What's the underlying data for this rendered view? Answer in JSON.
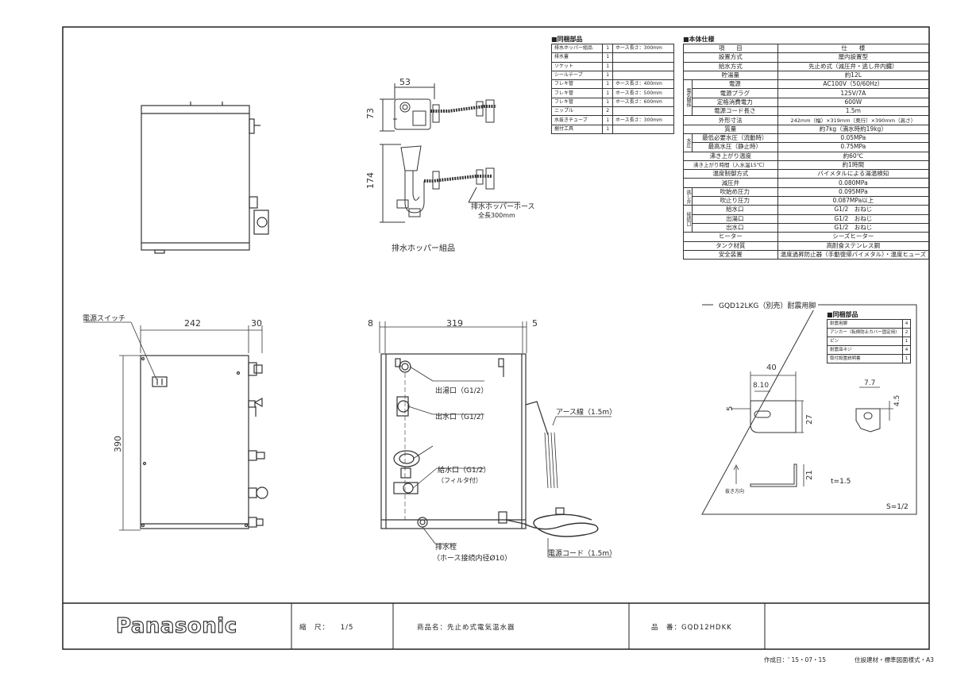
{
  "bundled_parts": {
    "title": "■同梱部品",
    "rows": [
      [
        "排水ホッパー組品",
        "1",
        "ホース長さ：300mm"
      ],
      [
        "排水蓋",
        "1",
        ""
      ],
      [
        "ソケット",
        "1",
        ""
      ],
      [
        "シールテープ",
        "1",
        ""
      ],
      [
        "フレキ管",
        "1",
        "ホース長さ：400mm"
      ],
      [
        "フレキ管",
        "1",
        "ホース長さ：500mm"
      ],
      [
        "フレキ管",
        "1",
        "ホース長さ：600mm"
      ],
      [
        "ニップル",
        "2",
        ""
      ],
      [
        "水抜きチューブ",
        "1",
        "ホース長さ：300mm"
      ],
      [
        "据付工具",
        "1",
        ""
      ]
    ]
  },
  "spec": {
    "title": "■本体仕様",
    "header": [
      "項　　目",
      "仕　　様"
    ],
    "rows": [
      {
        "label": "設置方式",
        "value": "屋内設置型"
      },
      {
        "label": "給水方式",
        "value": "先止め式（減圧弁・逃し弁内臓）"
      },
      {
        "label": "貯湯量",
        "value": "約12L"
      },
      {
        "group": "電気関係",
        "label": "電源",
        "value": "AC100V（50/60Hz）"
      },
      {
        "group": "電気関係",
        "label": "電源プラグ",
        "value": "125V/7A"
      },
      {
        "group": "電気関係",
        "label": "定格消費電力",
        "value": "600W"
      },
      {
        "group": "電気関係",
        "label": "電源コード長さ",
        "value": "1.5m"
      },
      {
        "label": "外形寸法",
        "value": "242mm（幅）×319mm（奥行）×390mm（高さ）"
      },
      {
        "label": "質量",
        "value": "約7kg（満水時約19kg）"
      },
      {
        "group": "水圧",
        "label": "最低必要水圧（流動時）",
        "value": "0.05MPa"
      },
      {
        "group": "水圧",
        "label": "最高水圧（静止時）",
        "value": "0.75MPa"
      },
      {
        "label": "沸き上がり温度",
        "value": "約60℃"
      },
      {
        "label": "沸き上がり時間（入水温15℃）",
        "value": "約1時間"
      },
      {
        "label": "温度制御方式",
        "value": "バイメタルによる湯温検知"
      },
      {
        "label": "減圧弁",
        "value": "0.080MPa"
      },
      {
        "group": "逃し弁",
        "label": "吹始め圧力",
        "value": "0.095MPa"
      },
      {
        "group": "逃し弁",
        "label": "吹止り圧力",
        "value": "0.087MPa以上"
      },
      {
        "group": "接続口",
        "label": "給水口",
        "value": "G1/2　おねじ"
      },
      {
        "group": "接続口",
        "label": "出湯口",
        "value": "G1/2　おねじ"
      },
      {
        "group": "接続口",
        "label": "出水口",
        "value": "G1/2　おねじ"
      },
      {
        "label": "ヒーター",
        "value": "シーズヒーター"
      },
      {
        "label": "タンク材質",
        "value": "高耐食ステンレス鋼"
      },
      {
        "label": "安全装置",
        "value": "温度過昇防止器（手動復帰バイメタル）・温度ヒューズ"
      }
    ]
  },
  "stand": {
    "title": "GQD12LKG（別売）耐震用脚",
    "parts_title": "■同梱部品",
    "parts": [
      [
        "耐震用脚",
        "4"
      ],
      [
        "アンカー（転倒防止カバー固定用）",
        "2"
      ],
      [
        "ピン",
        "1"
      ],
      [
        "耐震皿ネジ",
        "4"
      ],
      [
        "取付設置説明書",
        "1"
      ]
    ],
    "dims": [
      "40",
      "8.10",
      "27",
      "5",
      "7.7",
      "4.5",
      "21"
    ],
    "thickness": "t=1.5",
    "pull_direction": "抜き方向",
    "scale": "S=1/2"
  },
  "hopper": {
    "dims": [
      "53",
      "73",
      "174"
    ],
    "hose_label": "排水ホッパーホース",
    "hose_length": "全長300mm",
    "caption": "排水ホッパー組品"
  },
  "front_view": {
    "switch_label": "電源スイッチ",
    "dims": [
      "242",
      "30",
      "390"
    ]
  },
  "side_view": {
    "dims": [
      "8",
      "319",
      "5"
    ],
    "labels": {
      "hot_out": "出湯口（G1/2）",
      "water_out": "出水口（G1/2）",
      "water_in": "給水口（G1/2）",
      "filter": "（フィルタ付）",
      "earth": "アース線（1.5m）",
      "drain": "排水栓",
      "drain_note": "（ホース接続内径Ø10）",
      "cord": "電源コード（1.5m）"
    }
  },
  "title_block": {
    "brand": "Panasonic",
    "scale_label": "縮　尺：",
    "scale_value": "1/5",
    "product_label": "商品名：",
    "product_value": "先止め式電気温水器",
    "part_label": "品　番：",
    "part_value": "GQD12HDKK"
  },
  "footer": {
    "date": "作成日：' 15・07・15",
    "note": "住設建材・標準図面様式・A3"
  }
}
